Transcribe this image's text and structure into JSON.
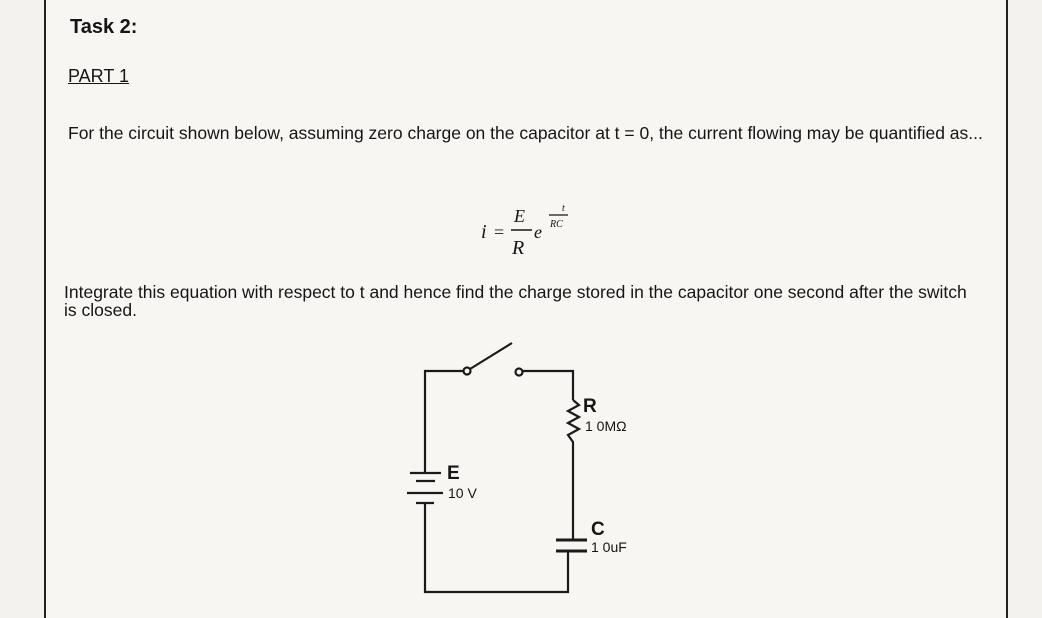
{
  "task_title": "Task 2:",
  "part_title": "PART 1",
  "paragraph_1": "For the circuit shown below, assuming zero charge on the capacitor at t = 0, the current flowing may be quantified as...",
  "equation": {
    "lhs": "i",
    "equals": "=",
    "numerator": "E",
    "denominator": "R",
    "base": "e",
    "exp_numerator": "t",
    "exp_denominator": "RC"
  },
  "paragraph_2": "Integrate this equation with respect to t and hence find the charge stored in the capacitor one second after the switch is closed.",
  "circuit": {
    "resistor": {
      "label": "R",
      "value": "1 0MΩ"
    },
    "source": {
      "label": "E",
      "value": "10 V"
    },
    "capacitor": {
      "label": "C",
      "value": "1 0uF"
    }
  }
}
